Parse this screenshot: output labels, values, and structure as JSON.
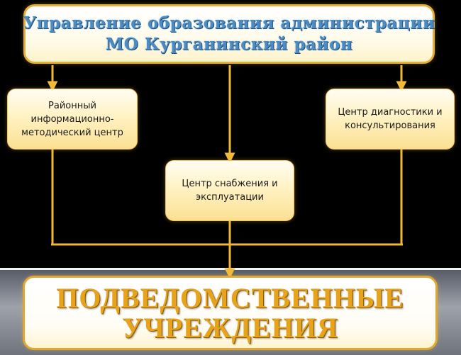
{
  "header": {
    "line1": "Управление образования администрации",
    "line2": "МО Курганинский район"
  },
  "nodes": {
    "left": [
      "Районный",
      "информационно-",
      "методический центр"
    ],
    "right": [
      "Центр диагностики и",
      "консультирования"
    ],
    "center": [
      "Центр снабжения и",
      "эксплуатации"
    ]
  },
  "footer": {
    "line1": "ПОДВЕДОМСТВЕННЫЕ",
    "line2": "УЧРЕЖДЕНИЯ"
  },
  "colors": {
    "connector": "#f0b938",
    "header_text": "#4c8cc2",
    "footer_text": "#e7a31b",
    "box_border": "#e5ae3c"
  }
}
